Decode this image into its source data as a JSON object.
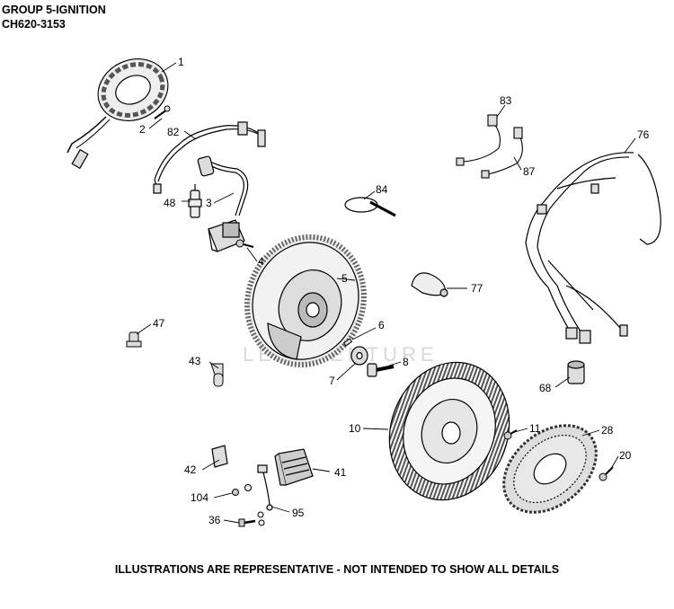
{
  "header": {
    "line1": "GROUP 5-IGNITION",
    "line2": "CH620-3153"
  },
  "footer": "ILLUSTRATIONS ARE REPRESENTATIVE - NOT INTENDED TO SHOW ALL DETAILS",
  "watermark": "LEADVENTURE",
  "callouts": [
    {
      "id": "p1",
      "label": "1"
    },
    {
      "id": "p2",
      "label": "2"
    },
    {
      "id": "p82",
      "label": "82"
    },
    {
      "id": "p48",
      "label": "48"
    },
    {
      "id": "p3",
      "label": "3"
    },
    {
      "id": "p4",
      "label": "4"
    },
    {
      "id": "p5",
      "label": "5"
    },
    {
      "id": "p47",
      "label": "47"
    },
    {
      "id": "p6",
      "label": "6"
    },
    {
      "id": "p43",
      "label": "43"
    },
    {
      "id": "p8",
      "label": "8"
    },
    {
      "id": "p7",
      "label": "7"
    },
    {
      "id": "p83",
      "label": "83"
    },
    {
      "id": "p87",
      "label": "87"
    },
    {
      "id": "p76",
      "label": "76"
    },
    {
      "id": "p84",
      "label": "84"
    },
    {
      "id": "p77",
      "label": "77"
    },
    {
      "id": "p68",
      "label": "68"
    },
    {
      "id": "p10",
      "label": "10"
    },
    {
      "id": "p11",
      "label": "11"
    },
    {
      "id": "p28",
      "label": "28"
    },
    {
      "id": "p20",
      "label": "20"
    },
    {
      "id": "p42",
      "label": "42"
    },
    {
      "id": "p41",
      "label": "41"
    },
    {
      "id": "p104",
      "label": "104"
    },
    {
      "id": "p95",
      "label": "95"
    },
    {
      "id": "p36",
      "label": "36"
    }
  ]
}
